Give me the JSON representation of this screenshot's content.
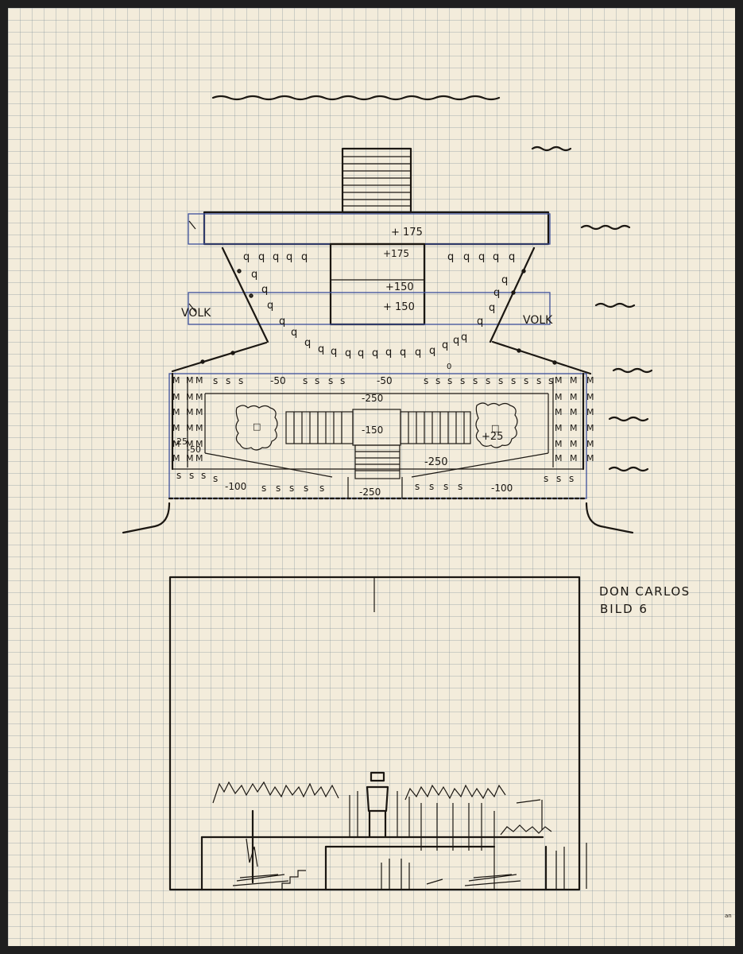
{
  "title": {
    "line1": "DON CARLOS",
    "line2": "BILD 6"
  },
  "levels": {
    "platform_top": "+ 175",
    "platform_center": "+175",
    "mid_upper": "+150",
    "mid_lower": "+ 150",
    "front_top": "-250",
    "front_center": "-150",
    "right_block": "+25",
    "right_floor": "-250",
    "front_stair": "-250",
    "left_low": "-100",
    "right_low": "-100",
    "row_left": "-50",
    "row_mid": "-50",
    "left_side": "-50",
    "left_mark": "-25"
  },
  "crowd": {
    "left": "VOLK",
    "right": "VOLK"
  },
  "markers": {
    "soldier": "S",
    "monk": "M",
    "guard": "q",
    "zero": "0",
    "block": "□"
  },
  "corner_mark": "an"
}
